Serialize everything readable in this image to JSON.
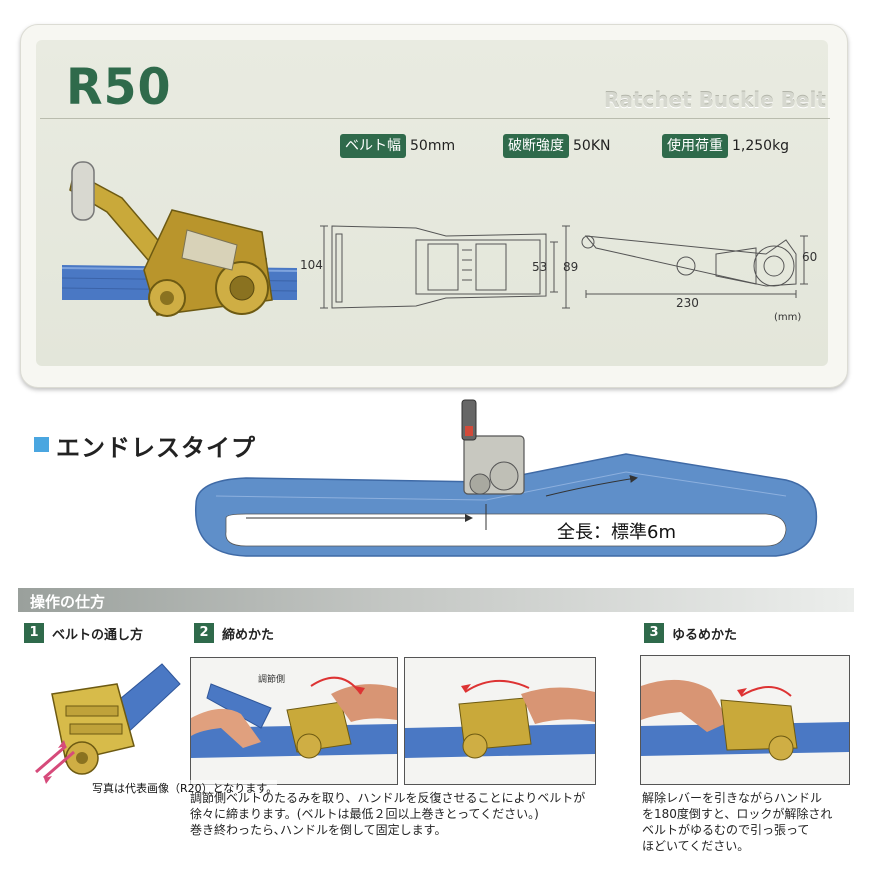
{
  "spec": {
    "model": "R50",
    "subtitle": "Ratchet Buckle Belt",
    "items": [
      {
        "label": "ベルト幅",
        "value": "50mm"
      },
      {
        "label": "破断強度",
        "value": "50KN"
      },
      {
        "label": "使用荷重",
        "value": "1,250kg"
      }
    ],
    "dims": {
      "height_total": "104",
      "inner": "53",
      "outer": "89",
      "length": "230",
      "side": "60",
      "unit": "(mm)"
    }
  },
  "endless": {
    "title": "エンドレスタイプ",
    "length_label": "全長：標準6m"
  },
  "operation": {
    "title": "操作の仕方",
    "steps": [
      {
        "num": "1",
        "label": "ベルトの通し方"
      },
      {
        "num": "2",
        "label": "締めかた",
        "annot": "調節側"
      },
      {
        "num": "3",
        "label": "ゆるめかた"
      }
    ],
    "photo_note": "写真は代表画像（R20）となります。",
    "desc2": [
      "調節側ベルトのたるみを取り、ハンドルを反復させることによりベルトが",
      "徐々に締まります。(ベルトは最低２回以上巻きとってください。)",
      "巻き終わったら､ハンドルを倒して固定します。"
    ],
    "desc3": [
      "解除レバーを引きながらハンドル",
      "を180度倒すと、ロックが解除され",
      "ベルトがゆるむので引っ張って",
      "ほどいてください。"
    ]
  },
  "colors": {
    "green": "#2f6a4b",
    "belt_blue": "#5f8fc9",
    "marker_blue": "#4aa6e0"
  }
}
